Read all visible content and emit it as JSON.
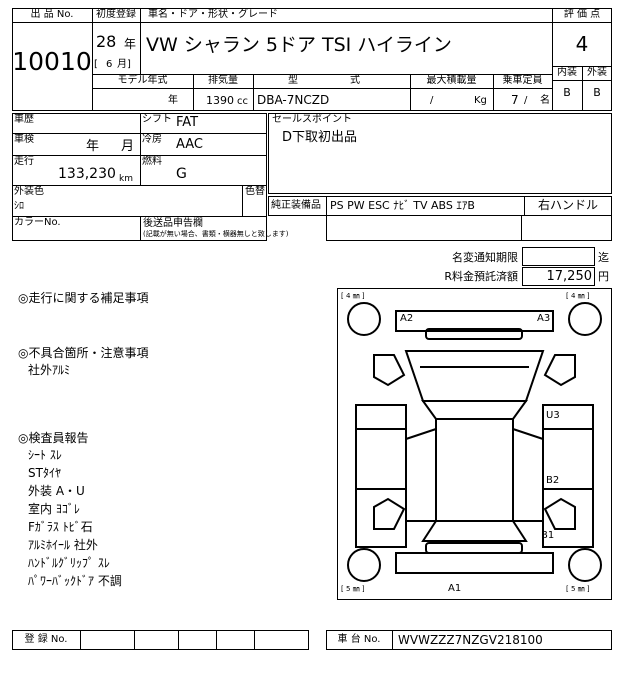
{
  "header": {
    "lot_label": "出 品 No.",
    "lot_number": "10010",
    "first_reg_label": "初度登録",
    "first_reg_year": "28",
    "first_reg_year_unit": "年",
    "first_reg_month_open": "[",
    "first_reg_month": "6",
    "first_reg_month_unit": "月]",
    "car_name_label": "車名・ドア・形状・グレード",
    "car_name": "VW シャラン 5ドア  TSI ハイライン",
    "model_year_label": "モデル年式",
    "model_year_unit": "年",
    "displacement_label": "排気量",
    "displacement": "1390",
    "displacement_unit": "cc",
    "model_type_label": "型",
    "model_type_label2": "式",
    "model_type": "DBA-7NCZD",
    "max_load_label": "最大積載量",
    "max_load_sep": "/",
    "max_load_unit": "Kg",
    "capacity_label": "乗車定員",
    "capacity": "7",
    "capacity_sep": "/",
    "capacity_unit": "名",
    "grade_label": "評 価 点",
    "grade": "4",
    "interior_label": "内装",
    "interior": "B",
    "exterior_label": "外装",
    "exterior": "B"
  },
  "details": {
    "history_label": "車歴",
    "shift_label": "シフト",
    "shift": "FAT",
    "inspection_label": "車検",
    "inspection_year_unit": "年",
    "inspection_month_unit": "月",
    "ac_label": "冷房",
    "ac": "AAC",
    "mileage_label": "走行",
    "mileage": "133,230",
    "mileage_unit": "km",
    "fuel_label": "燃料",
    "fuel": "G",
    "color_label": "外装色",
    "color": "ｼﾛ",
    "color_change_label": "色替",
    "color_no_label": "カラーNo.",
    "sales_point_label": "セールスポイント",
    "sales_point": "D下取初出品",
    "equipment_label": "純正装備品",
    "equipment": "PS PW ESC ﾅﾋﾞ TV ABS ｴｱB",
    "steering": "右ハンドル",
    "aftermarket_label": "後送品申告欄",
    "aftermarket_note": "(記載が無い場合、書類・横器無しと致します)"
  },
  "notices": {
    "name_change_label": "名変通知期限",
    "name_change_unit": "迄",
    "recycle_label": "R料金預託済額",
    "recycle_amount": "17,250",
    "recycle_unit": "円"
  },
  "remarks": {
    "driving_heading": "◎走行に関する補足事項",
    "defects_heading": "◎不具合箇所・注意事項",
    "defects": [
      "社外ｱﾙﾐ"
    ],
    "inspector_heading": "◎検査員報告",
    "inspector": [
      "ｼｰﾄ ｽﾚ",
      "STﾀｲﾔ",
      "外装 A・U",
      "室内 ﾖｺﾞﾚ",
      "Fｶﾞﾗｽ ﾄﾋﾞ石",
      "ｱﾙﾐﾎｲｰﾙ 社外",
      "ﾊﾝﾄﾞﾙｸﾞﾘｯﾌﾟ ｽﾚ",
      "ﾊﾟﾜｰﾊﾞｯｸﾄﾞｱ 不調"
    ]
  },
  "diagram": {
    "tire_fl": "[ 4 ㎜ ]",
    "tire_fr": "[ 4 ㎜ ]",
    "tire_rl": "[ 5 ㎜ ]",
    "tire_rr": "[ 5 ㎜ ]",
    "mark_a2": "A2",
    "mark_a3": "A3",
    "mark_u3": "U3",
    "mark_b2": "B2",
    "mark_b1": "B1",
    "mark_a1": "A1"
  },
  "footer": {
    "reg_no_label": "登 録 No.",
    "vin_label": "車 台 No.",
    "vin": "WVWZZZ7NZGV218100"
  }
}
